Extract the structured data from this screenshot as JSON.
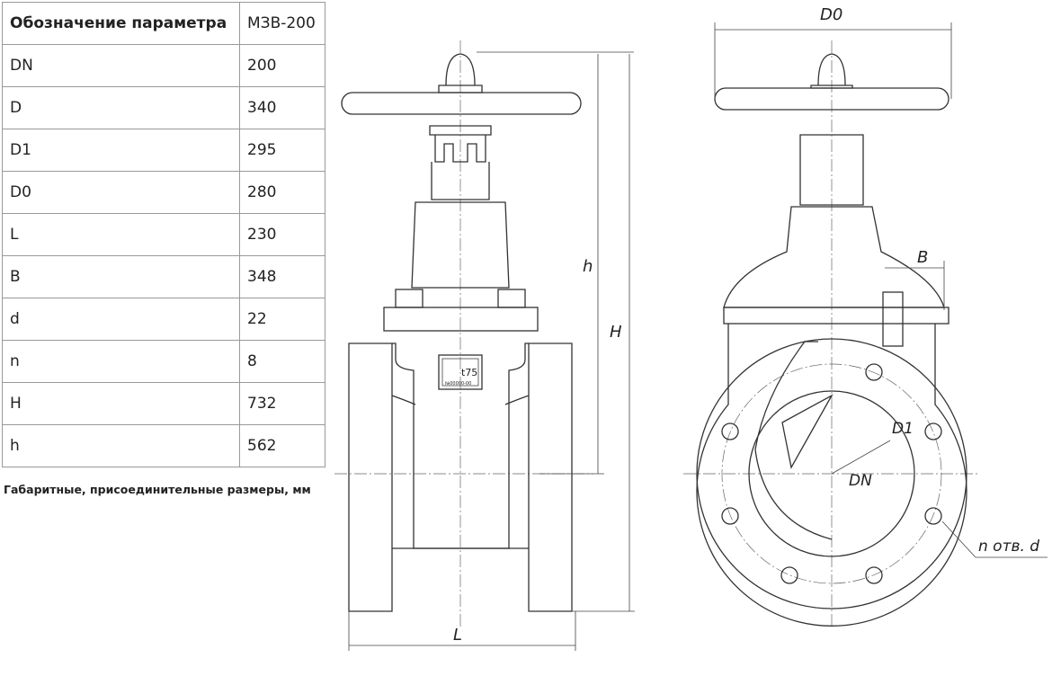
{
  "table": {
    "header": {
      "param": "Обозначение параметра",
      "value": "МЗВ-200"
    },
    "rows": [
      {
        "param": "DN",
        "value": "200"
      },
      {
        "param": "D",
        "value": "340"
      },
      {
        "param": "D1",
        "value": "295"
      },
      {
        "param": "D0",
        "value": "280"
      },
      {
        "param": "L",
        "value": "230"
      },
      {
        "param": "B",
        "value": "348"
      },
      {
        "param": "d",
        "value": "22"
      },
      {
        "param": "n",
        "value": "8"
      },
      {
        "param": "H",
        "value": "732"
      },
      {
        "param": "h",
        "value": "562"
      }
    ]
  },
  "caption": "Габаритные, присоединительные размеры, мм",
  "drawing": {
    "plate_top": "t75",
    "plate_bottom": "№00000-00",
    "dim_h": "h",
    "dim_H": "H",
    "dim_L": "L",
    "dim_D0": "D0",
    "dim_B": "B",
    "dim_D1": "D1",
    "dim_DN": "DN",
    "dim_holes": "n отв. d"
  }
}
